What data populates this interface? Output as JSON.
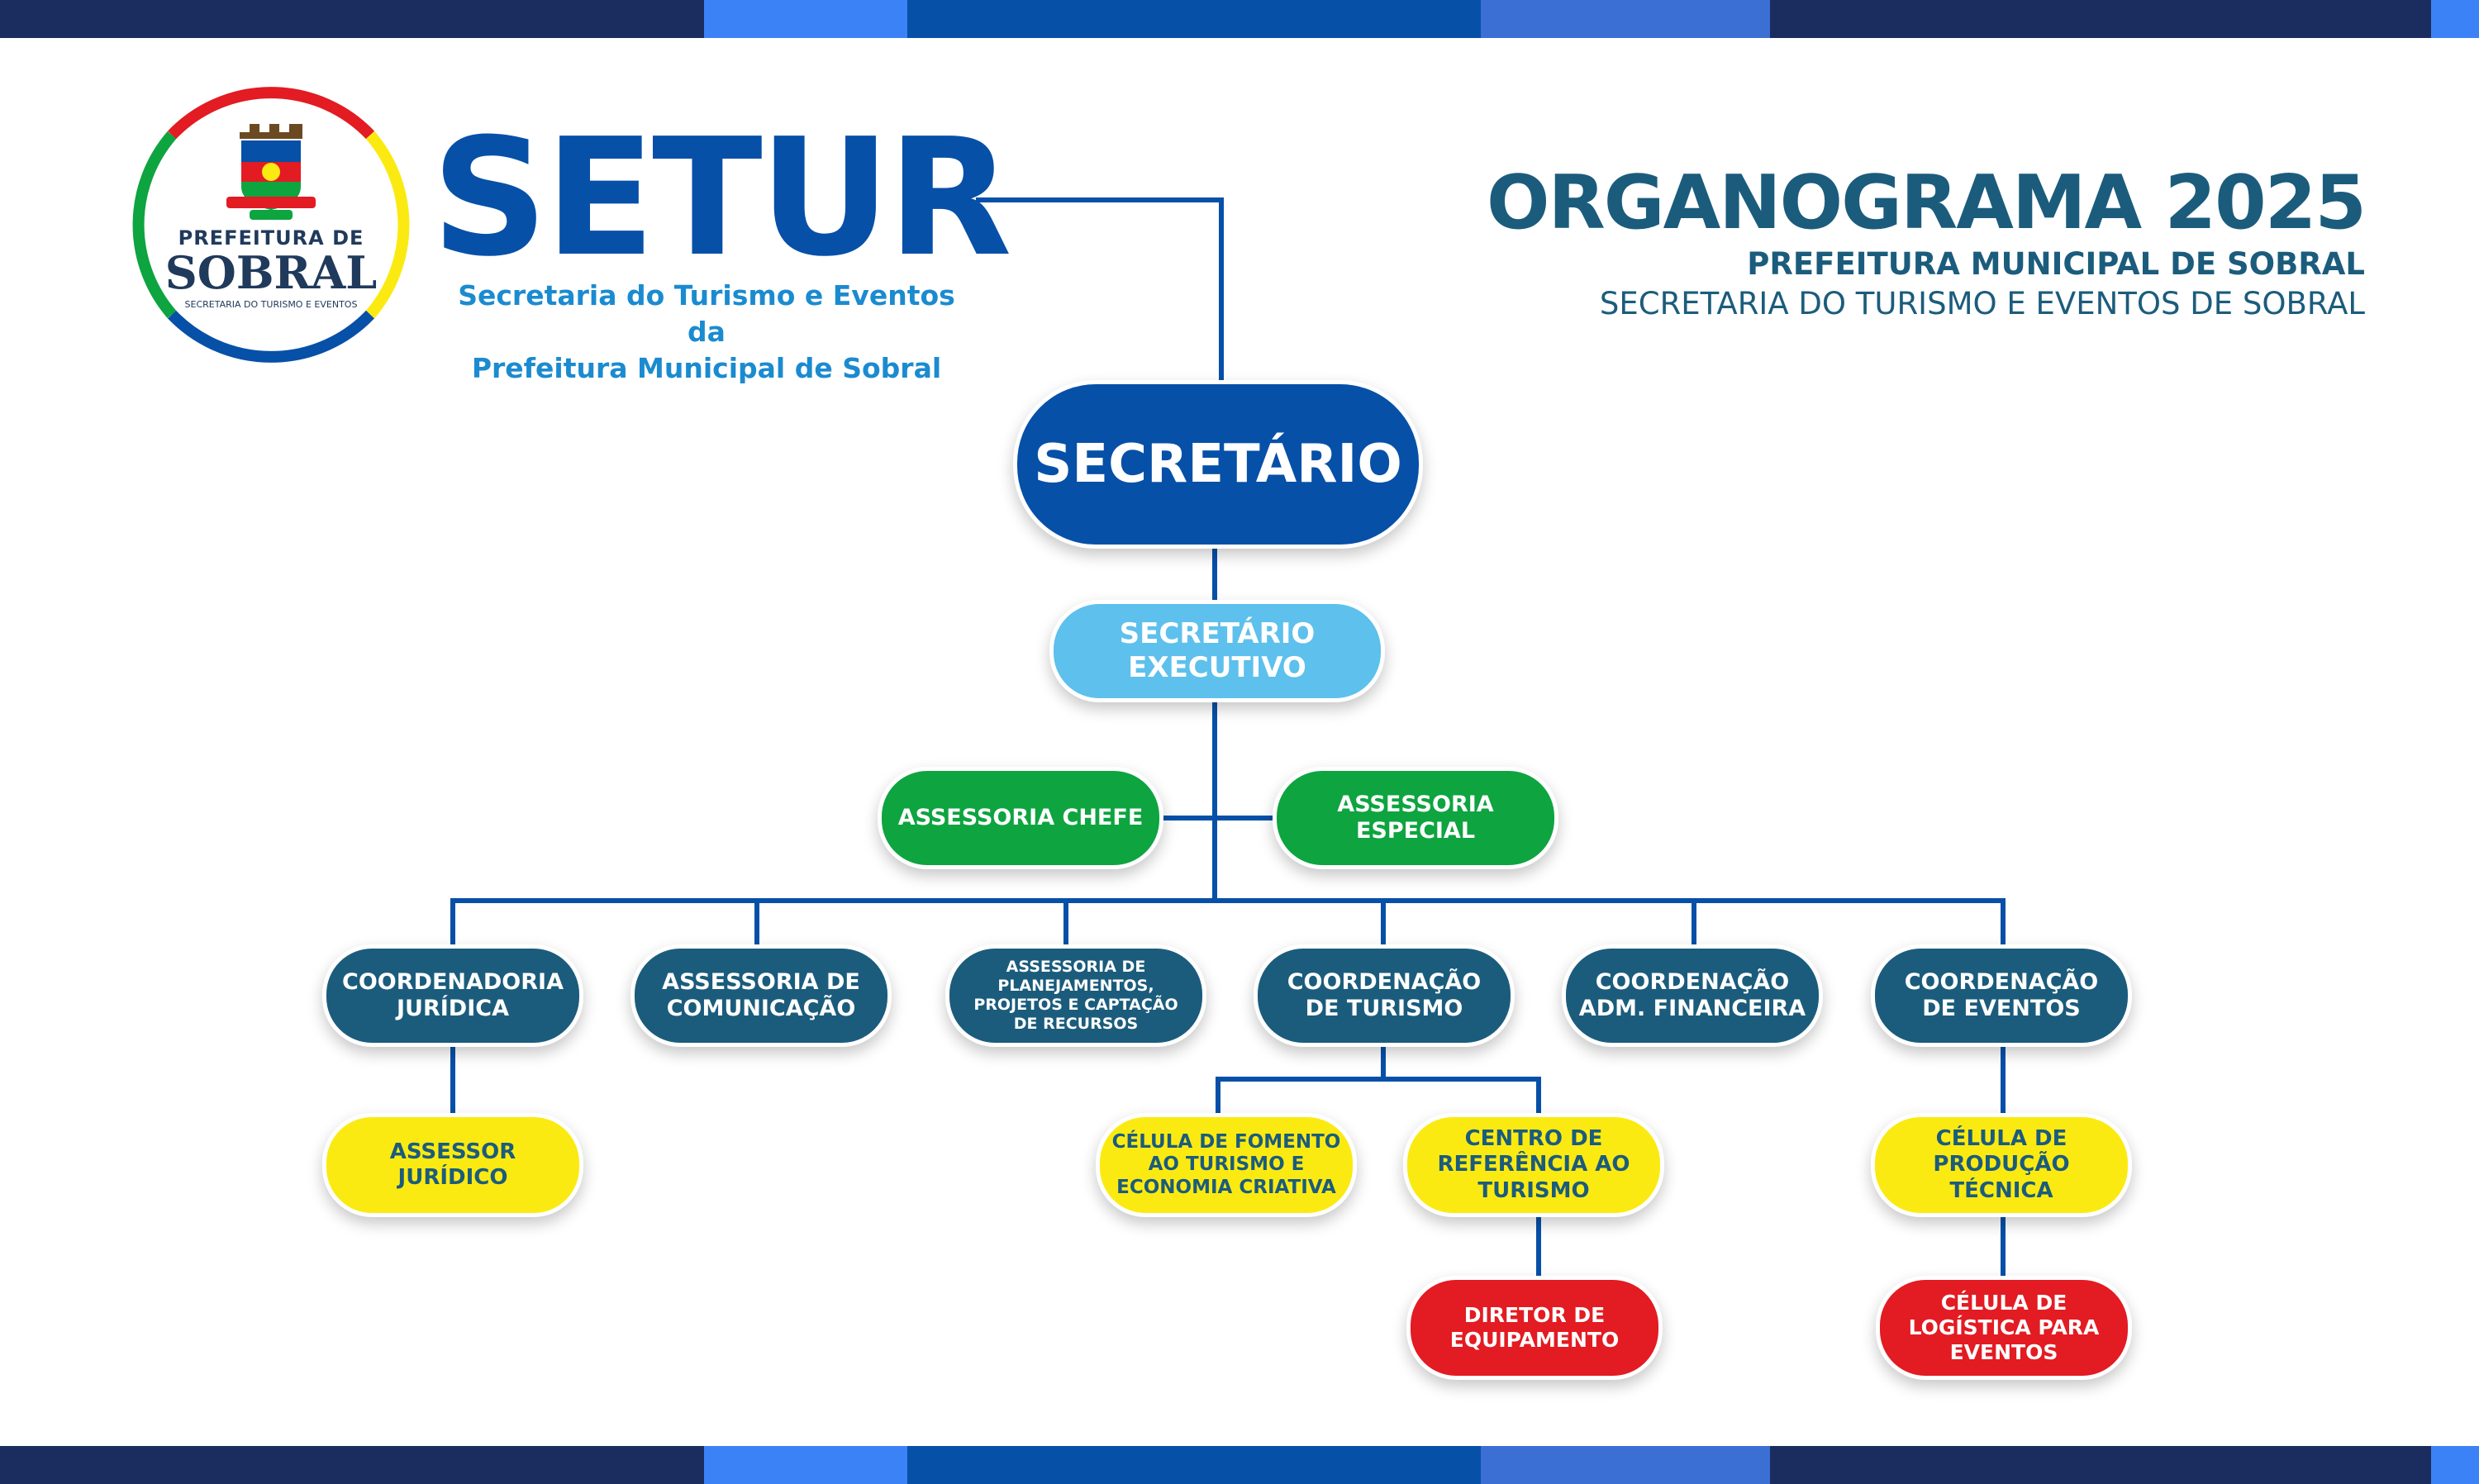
{
  "colors": {
    "navy": "#1b2d5e",
    "royal_blue": "#0750a8",
    "light_blue": "#3b82f6",
    "sky_blue": "#5ec0ec",
    "teal": "#1b5c7c",
    "green": "#0ea440",
    "yellow": "#fbea12",
    "red": "#e31b22",
    "connector": "#0750a8"
  },
  "header": {
    "logo": {
      "line1": "PREFEITURA DE",
      "line2": "SOBRAL",
      "line3": "SECRETARIA DO TURISMO E EVENTOS",
      "icon": "city-coat-of-arms-icon"
    },
    "brand_title": "SETUR",
    "brand_subtitle": "Secretaria do Turismo e Eventos da\nPrefeitura Municipal de Sobral",
    "org_title": "ORGANOGRAMA 2025",
    "org_subtitle": "PREFEITURA MUNICIPAL DE SOBRAL",
    "org_department": "SECRETARIA DO TURISMO E EVENTOS DE SOBRAL"
  },
  "org": {
    "secretario": "SECRETÁRIO",
    "secretario_executivo": "SECRETÁRIO\nEXECUTIVO",
    "assessoria_chefe": "ASSESSORIA CHEFE",
    "assessoria_especial": "ASSESSORIA ESPECIAL",
    "coordenadoria_juridica": "COORDENADORIA\nJURÍDICA",
    "assessoria_comunicacao": "ASSESSORIA DE\nCOMUNICAÇÃO",
    "assessoria_planejamentos": "ASSESSORIA DE\nPLANEJAMENTOS,\nPROJETOS E CAPTAÇÃO\nDE RECURSOS",
    "coordenacao_turismo": "COORDENAÇÃO\nDE TURISMO",
    "coordenacao_adm": "COORDENAÇÃO\nADM. FINANCEIRA",
    "coordenacao_eventos": "COORDENAÇÃO\nDE EVENTOS",
    "assessor_juridico": "ASSESSOR\nJURÍDICO",
    "celula_fomento": "CÉLULA DE FOMENTO\nAO TURISMO E\nECONOMIA CRIATIVA",
    "centro_referencia": "CENTRO DE\nREFERÊNCIA AO\nTURISMO",
    "celula_producao": "CÉLULA DE\nPRODUÇÃO\nTÉCNICA",
    "diretor_equipamento": "DIRETOR DE\nEQUIPAMENTO",
    "celula_logistica": "CÉLULA DE\nLOGÍSTICA PARA\nEVENTOS"
  }
}
